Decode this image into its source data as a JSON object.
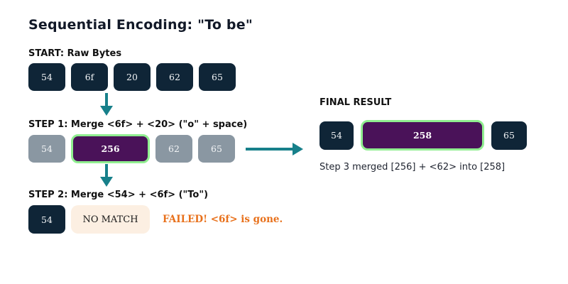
{
  "title": "Sequential Encoding: \"To be\"",
  "colors": {
    "navy_box": "#0f2537",
    "gray_box": "#8a97a2",
    "merged_purple": "#4a1259",
    "merged_green_border": "#90ee90",
    "arrow_teal": "#17808a",
    "nomatch_peach": "#fcefe2",
    "failed_orange": "#e8711c",
    "heading_text": "#111111",
    "box_text": "#f2f4f6"
  },
  "start": {
    "heading": "START: Raw Bytes",
    "boxes": [
      "54",
      "6f",
      "20",
      "62",
      "65"
    ]
  },
  "step1": {
    "heading": "STEP 1: Merge <6f> + <20> (\"o\" + space)",
    "boxes": [
      "54",
      "256",
      "62",
      "65"
    ]
  },
  "step2": {
    "heading": "STEP 2: Merge <54> + <6f> (\"To\")",
    "byte": "54",
    "status": "NO MATCH",
    "note": "FAILED! <6f> is gone."
  },
  "final": {
    "heading": "FINAL RESULT",
    "boxes": [
      "54",
      "258",
      "65"
    ],
    "caption": "Step 3 merged [256] + <62> into [258]"
  },
  "icons": {
    "down_arrow_1": "arrow-down-icon",
    "down_arrow_2": "arrow-down-icon",
    "right_arrow": "arrow-right-icon"
  }
}
